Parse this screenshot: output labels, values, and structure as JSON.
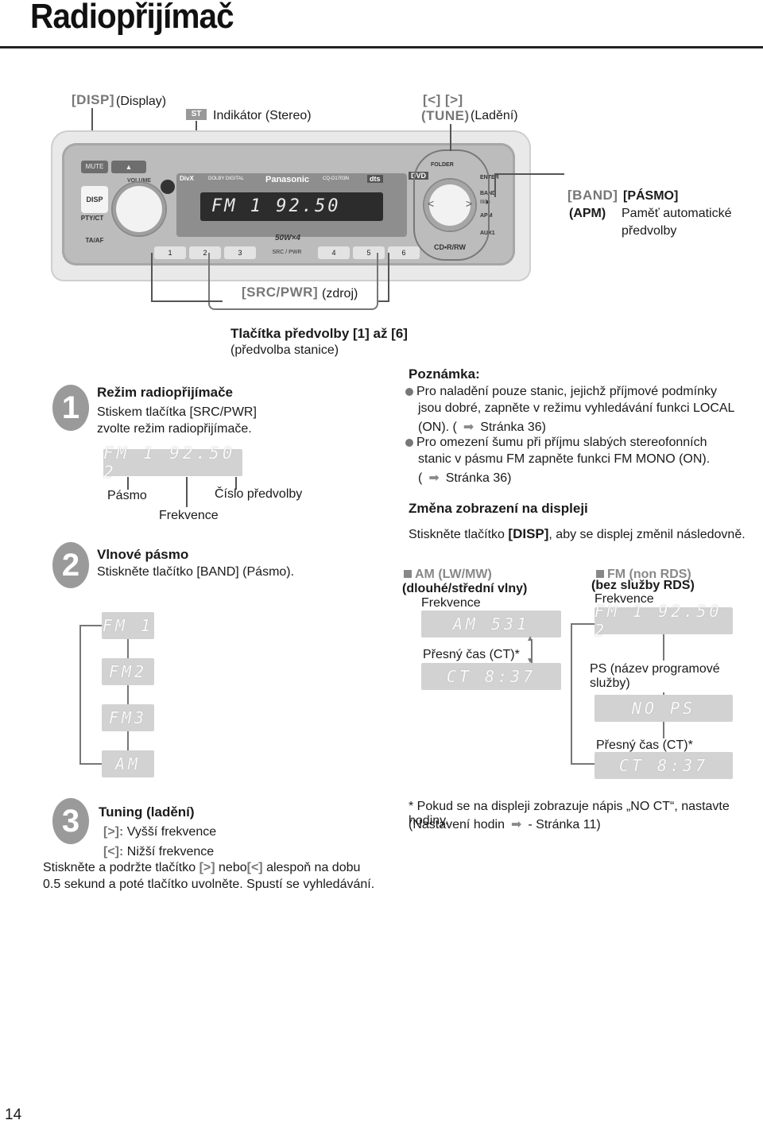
{
  "page": {
    "title": "Radiopřijímač",
    "page_number": "14"
  },
  "top_labels": {
    "disp_key": "[DISP]",
    "disp_text": "(Display)",
    "st_key": "ST",
    "st_text": "Indikátor (Stereo)",
    "tune_keys": "[<] [>]",
    "tune_key": "(TUNE)",
    "tune_text": "(Ladění)",
    "band_key": "[BAND]",
    "band_sub": "(APM)",
    "pasmo_text": "[PÁSMO]",
    "apm_text_1": "Paměť automatické",
    "apm_text_2": "předvolby",
    "src_key": "[SRC/PWR]",
    "src_text": "(zdroj)",
    "preset_title": "Tlačítka předvolby [1] až [6]",
    "preset_sub": "(předvolba stanice)"
  },
  "radio": {
    "mute": "MUTE",
    "eject": "▲",
    "volume": "VOLUME",
    "divx": "DivX",
    "dolby": "DOLBY DIGITAL",
    "brand": "Panasonic",
    "model": "CQ-D1703N",
    "dts": "dts",
    "dvd": "DVD",
    "folder": "FOLDER",
    "enter": "ENTER",
    "band": "BAND",
    "band_sub": "III/▶",
    "apm": "APM",
    "aux": "AUX1",
    "disp": "DISP",
    "pty": "PTY/CT",
    "ta": "TA/AF",
    "power": "50W×4",
    "src": "SRC / PWR",
    "cd": "CD•R/RW",
    "display_text": "FM 1  92.50",
    "presets": [
      "1",
      "2",
      "3",
      "4",
      "5",
      "6"
    ]
  },
  "step1": {
    "num": "1",
    "heading": "Režim radiopřijímače",
    "line1": "Stiskem tlačítka [SRC/PWR]",
    "line2": "zvolte režim radiopřijímače.",
    "lcd": "FM 1  92.50 2",
    "label_band": "Pásmo",
    "label_freq": "Frekvence",
    "label_preset": "Číslo předvolby"
  },
  "step2": {
    "num": "2",
    "heading": "Vlnové pásmo",
    "text": "Stiskněte tlačítko [BAND] (Pásmo).",
    "bands": [
      "FM 1",
      "FM2",
      "FM3",
      "AM"
    ]
  },
  "note": {
    "heading": "Poznámka:",
    "b1_l1": "Pro naladění pouze stanic, jejichž příjmové podmínky",
    "b1_l2": "jsou dobré, zapněte v režimu vyhledávání funkci LOCAL",
    "b1_l3a": "(ON). (",
    "b1_l3b": "Stránka 36)",
    "b2_l1": "Pro omezení šumu při příjmu slabých stereofonních",
    "b2_l2": "stanic v pásmu FM zapněte funkci FM MONO (ON).",
    "b2_l3a": "(",
    "b2_l3b": "Stránka 36)"
  },
  "display_change": {
    "heading": "Změna zobrazení na displeji",
    "text_a": "Stiskněte tlačítko",
    "text_key": "[DISP]",
    "text_b": ", aby se displej změnil následovně.",
    "am_head": "AM (LW/MW)",
    "am_sub": "(dlouhé/střední vlny)",
    "am_freq": "Frekvence",
    "am_lcd1": "AM   531",
    "am_ct": "Přesný čas (CT)*",
    "am_lcd2": "CT   8:37",
    "fm_head": "FM (non RDS)",
    "fm_sub": "(bez služby RDS)",
    "fm_freq": "Frekvence",
    "fm_lcd1": "FM 1  92.50 2",
    "fm_ps": "PS (název programové služby)",
    "fm_lcd2": "NO  PS",
    "fm_ct": "Přesný čas (CT)*",
    "fm_lcd3": "CT   8:37"
  },
  "step3": {
    "num": "3",
    "heading": "Tuning (ladění)",
    "up_key": "[>]:",
    "up_text": "Vyšší frekvence",
    "down_key": "[<]:",
    "down_text": "Nižší frekvence",
    "l1a": "Stiskněte a podržte tlačítko",
    "l1k1": "[>]",
    "l1b": "nebo",
    "l1k2": "[<]",
    "l1c": "alespoň na dobu",
    "l2": "0.5 sekund a poté tlačítko uvolněte. Spustí se vyhledávání."
  },
  "footnote": {
    "l1": "* Pokud se na displeji zobrazuje nápis „NO CT“, nastavte hodiny.",
    "l2a": "(Nastavení hodin",
    "l2b": "- Stránka 11)"
  }
}
